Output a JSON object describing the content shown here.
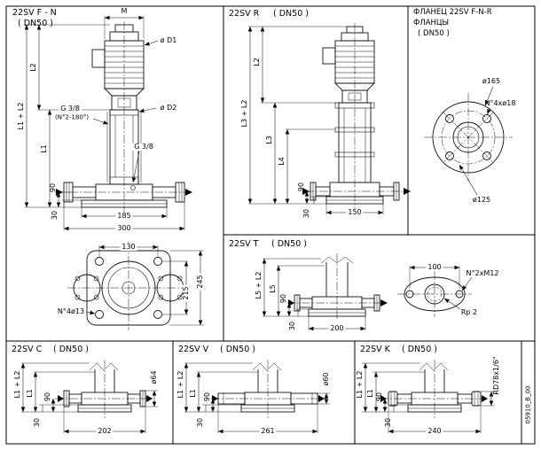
{
  "doc_number": "05910_B_00",
  "panel_fn": {
    "title": "22SV F - N",
    "dn": "( DN50 )",
    "dim_m": "M",
    "dim_d1": "ø D1",
    "dim_d2": "ø D2",
    "dim_l2": "L2",
    "dim_l1_l2": "L1 + L2",
    "dim_l1": "L1",
    "port_g38_top": "G 3/8",
    "port_g38_top_note": "(N°2-180°)",
    "port_g38_bottom": "G 3/8",
    "dim_90": "90",
    "dim_30": "30",
    "dim_185": "185",
    "dim_300": "300",
    "plan_dim_130": "130",
    "plan_dim_215": "215",
    "plan_dim_245": "245",
    "plan_holes": "N°4ø13"
  },
  "panel_r": {
    "title": "22SV R",
    "dn": "( DN50 )",
    "dim_l2": "L2",
    "dim_l3_l2": "L3 + L2",
    "dim_l3": "L3",
    "dim_l4": "L4",
    "dim_90": "90",
    "dim_30": "30",
    "dim_150": "150"
  },
  "panel_flange": {
    "title_line1": "ФЛАНЕЦ 22SV F-N-R",
    "title_line2": "ФЛАНЦЫ",
    "dn": "( DN50 )",
    "dim_od": "ø165",
    "bolt_holes": "N°4xø18",
    "dim_bcd": "ø125"
  },
  "panel_t": {
    "title": "22SV T",
    "dn": "( DN50 )",
    "dim_l5_l2": "L5 + L2",
    "dim_l5": "L5",
    "dim_90": "90",
    "dim_30": "30",
    "dim_200": "200",
    "oval_dim_100": "100",
    "oval_holes": "N°2xM12",
    "oval_thread": "Rp 2"
  },
  "panel_c": {
    "title": "22SV C",
    "dn": "( DN50 )",
    "dim_l1_l2": "L1 + L2",
    "dim_l1": "L1",
    "dim_90": "90",
    "dim_30": "30",
    "dim_202": "202",
    "port_size": "ø64"
  },
  "panel_v": {
    "title": "22SV V",
    "dn": "( DN50 )",
    "dim_l1_l2": "L1 + L2",
    "dim_l1": "L1",
    "dim_90": "90",
    "dim_30": "30",
    "dim_261": "261",
    "port_size": "ø60"
  },
  "panel_k": {
    "title": "22SV K",
    "dn": "( DN50 )",
    "dim_l1_l2": "L1 + L2",
    "dim_l1": "L1",
    "dim_90": "90",
    "dim_30": "30",
    "dim_240": "240",
    "port_size": "RD78x1/6\""
  }
}
